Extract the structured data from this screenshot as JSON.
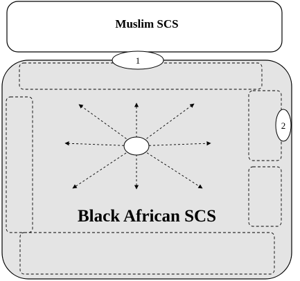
{
  "diagram": {
    "top_box": {
      "label": "Muslim SCS"
    },
    "main_box": {
      "label": "Black African SCS"
    },
    "connectors": [
      {
        "id": "1",
        "label": "1"
      },
      {
        "id": "2",
        "label": "2"
      }
    ]
  },
  "colors": {
    "main_fill": "#e4e4e4",
    "stroke": "#000000",
    "background": "#ffffff"
  }
}
